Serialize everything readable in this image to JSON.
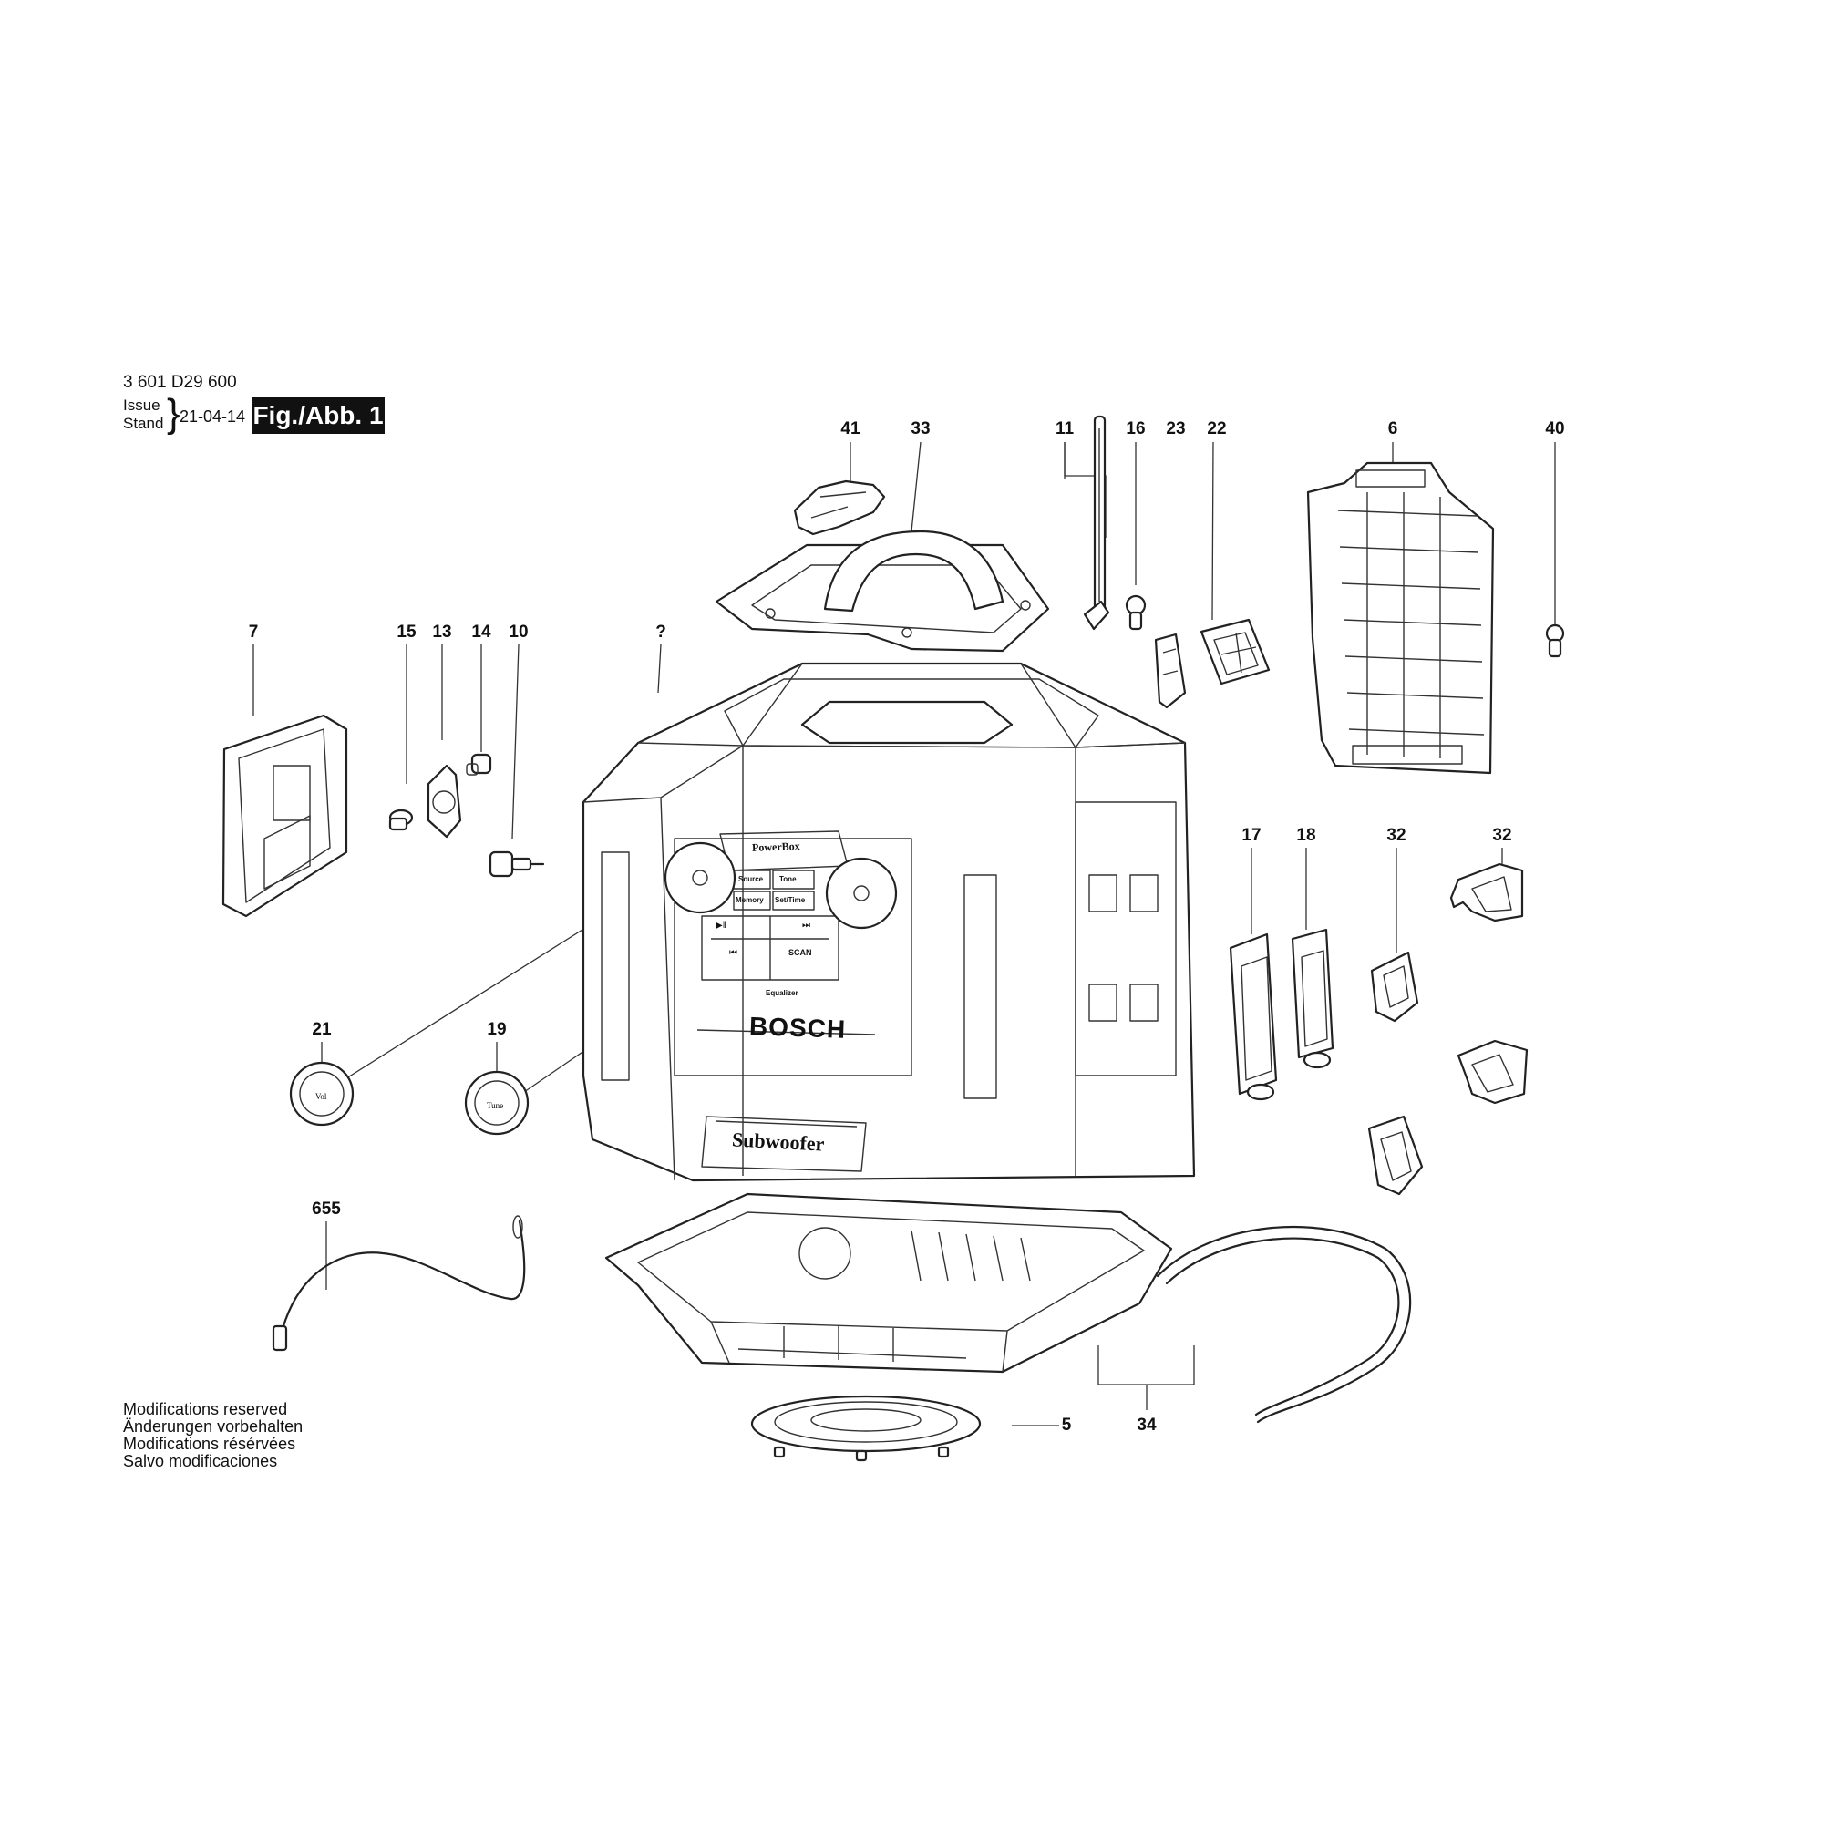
{
  "header": {
    "part_number": "3 601 D29 600",
    "issue_label": "Issue",
    "stand_label": "Stand",
    "date": "21-04-14",
    "figure_label": "Fig./Abb. 1"
  },
  "front_panel": {
    "panel_title": "PowerBox",
    "buttons": [
      "Source",
      "Tone",
      "Memory",
      "Set/Time"
    ],
    "transport": [
      "▶‖",
      "SCAN",
      "⏮",
      "⏭"
    ],
    "equalizer": "Equalizer",
    "brand": "BOSCH",
    "subwoofer": "Subwoofer",
    "knob_vol": "Vol",
    "knob_tune": "Tune"
  },
  "callouts": {
    "c41": "41",
    "c33": "33",
    "c11": "11",
    "c16": "16",
    "c23": "23",
    "c22": "22",
    "c6": "6",
    "c40": "40",
    "c7": "7",
    "c15": "15",
    "c13": "13",
    "c14": "14",
    "c10": "10",
    "cq": "?",
    "c17": "17",
    "c18": "18",
    "c32a": "32",
    "c32b": "32",
    "c21": "21",
    "c19": "19",
    "c655": "655",
    "c5": "5",
    "c34": "34"
  },
  "footer": [
    "Modifications reserved",
    "Änderungen vorbehalten",
    "Modifications résérvées",
    "Salvo modificaciones"
  ]
}
